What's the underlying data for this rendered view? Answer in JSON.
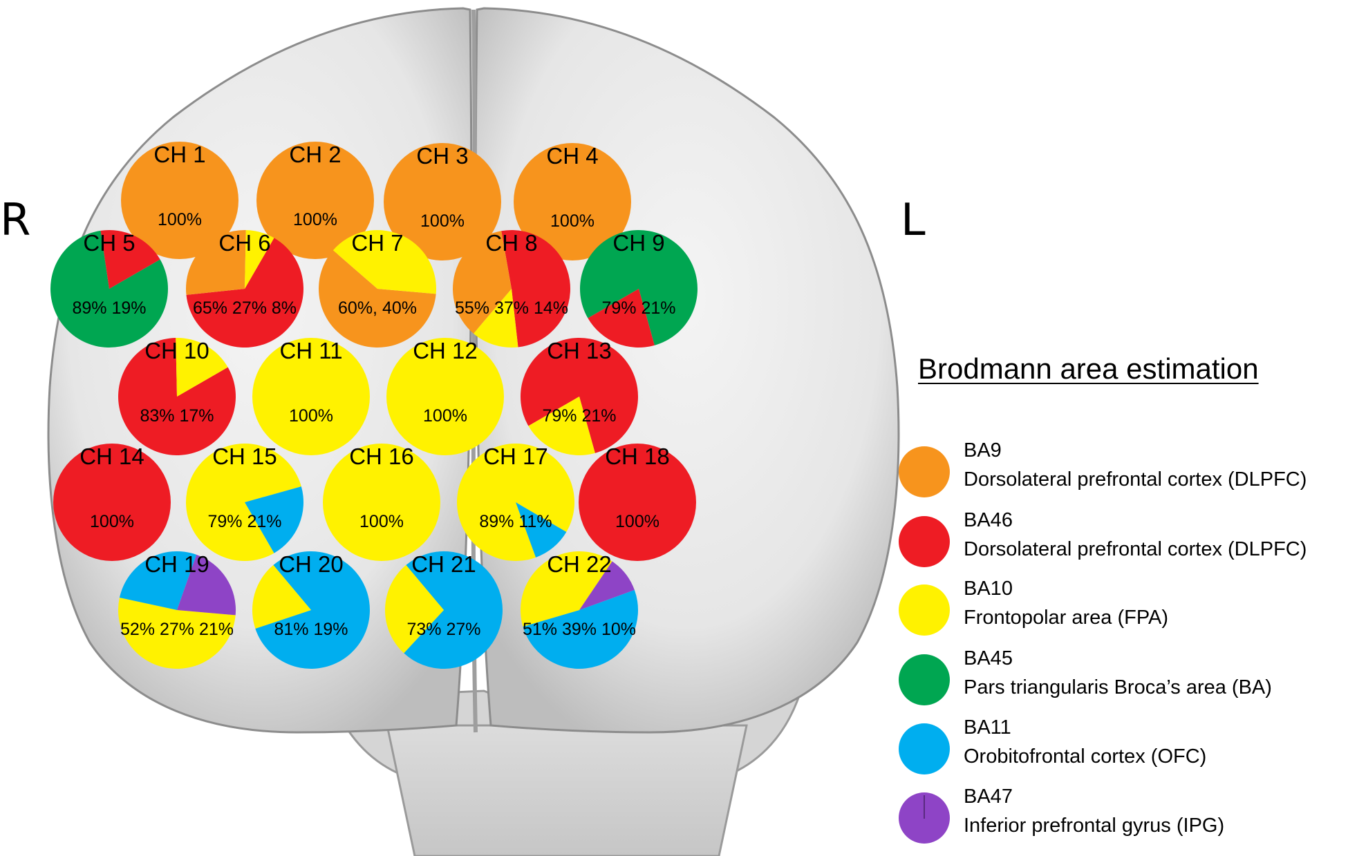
{
  "side_labels": {
    "right": "R",
    "left": "L"
  },
  "legend": {
    "title": "Brodmann area estimation",
    "items": [
      {
        "code": "BA9",
        "desc": "Dorsolateral prefrontal cortex (DLPFC)",
        "color": "#f7941d"
      },
      {
        "code": "BA46",
        "desc": "Dorsolateral prefrontal cortex (DLPFC)",
        "color": "#ee1c24"
      },
      {
        "code": "BA10",
        "desc": "Frontopolar area (FPA)",
        "color": "#fff200"
      },
      {
        "code": "BA45",
        "desc": "Pars triangularis Broca’s area (BA)",
        "color": "#00a651"
      },
      {
        "code": "BA11",
        "desc": "Orobitofrontal cortex (OFC)",
        "color": "#00aeef"
      },
      {
        "code": "BA47",
        "desc": "Inferior prefrontal gyrus (IPG)",
        "color": "#8e44c6"
      }
    ]
  },
  "channels": [
    {
      "name": "CH 1",
      "pct": "100%",
      "slices": [
        {
          "area": "BA9",
          "value": 100
        }
      ]
    },
    {
      "name": "CH 2",
      "pct": "100%",
      "slices": [
        {
          "area": "BA9",
          "value": 100
        }
      ]
    },
    {
      "name": "CH 3",
      "pct": "100%",
      "slices": [
        {
          "area": "BA9",
          "value": 100
        }
      ]
    },
    {
      "name": "CH 4",
      "pct": "100%",
      "slices": [
        {
          "area": "BA9",
          "value": 100
        }
      ]
    },
    {
      "name": "CH 5",
      "pct": "89% 19%",
      "slices": [
        {
          "area": "BA45",
          "value": 81
        },
        {
          "area": "BA46",
          "value": 19
        }
      ]
    },
    {
      "name": "CH 6",
      "pct": "65% 27% 8%",
      "slices": [
        {
          "area": "BA46",
          "value": 65
        },
        {
          "area": "BA9",
          "value": 27
        },
        {
          "area": "BA10",
          "value": 8
        }
      ]
    },
    {
      "name": "CH 7",
      "pct": "60%, 40%",
      "slices": [
        {
          "area": "BA9",
          "value": 60
        },
        {
          "area": "BA10",
          "value": 40
        }
      ]
    },
    {
      "name": "CH 8",
      "pct": "55% 37% 14%",
      "slices": [
        {
          "area": "BA46",
          "value": 51
        },
        {
          "area": "BA10",
          "value": 13
        },
        {
          "area": "BA9",
          "value": 36
        }
      ]
    },
    {
      "name": "CH 9",
      "pct": "79% 21%",
      "slices": [
        {
          "area": "BA45",
          "value": 79
        },
        {
          "area": "BA46",
          "value": 21
        }
      ]
    },
    {
      "name": "CH 10",
      "pct": "83% 17%",
      "slices": [
        {
          "area": "BA46",
          "value": 83
        },
        {
          "area": "BA10",
          "value": 17
        }
      ]
    },
    {
      "name": "CH 11",
      "pct": "100%",
      "slices": [
        {
          "area": "BA10",
          "value": 100
        }
      ]
    },
    {
      "name": "CH 12",
      "pct": "100%",
      "slices": [
        {
          "area": "BA10",
          "value": 100
        }
      ]
    },
    {
      "name": "CH 13",
      "pct": "79% 21%",
      "slices": [
        {
          "area": "BA46",
          "value": 79
        },
        {
          "area": "BA10",
          "value": 21
        }
      ]
    },
    {
      "name": "CH 14",
      "pct": "100%",
      "slices": [
        {
          "area": "BA46",
          "value": 100
        }
      ]
    },
    {
      "name": "CH 15",
      "pct": "79% 21%",
      "slices": [
        {
          "area": "BA10",
          "value": 79
        },
        {
          "area": "BA11",
          "value": 21
        }
      ]
    },
    {
      "name": "CH 16",
      "pct": "100%",
      "slices": [
        {
          "area": "BA10",
          "value": 100
        }
      ]
    },
    {
      "name": "CH 17",
      "pct": "89% 11%",
      "slices": [
        {
          "area": "BA10",
          "value": 89
        },
        {
          "area": "BA11",
          "value": 11
        }
      ]
    },
    {
      "name": "CH 18",
      "pct": "100%",
      "slices": [
        {
          "area": "BA46",
          "value": 100
        }
      ]
    },
    {
      "name": "CH 19",
      "pct": "52% 27% 21%",
      "slices": [
        {
          "area": "BA10",
          "value": 52
        },
        {
          "area": "BA11",
          "value": 27
        },
        {
          "area": "BA47",
          "value": 21
        }
      ]
    },
    {
      "name": "CH 20",
      "pct": "81% 19%",
      "slices": [
        {
          "area": "BA11",
          "value": 81
        },
        {
          "area": "BA10",
          "value": 19
        }
      ]
    },
    {
      "name": "CH 21",
      "pct": "73% 27%",
      "slices": [
        {
          "area": "BA11",
          "value": 73
        },
        {
          "area": "BA10",
          "value": 27
        }
      ]
    },
    {
      "name": "CH 22",
      "pct": "51% 39% 10%",
      "slices": [
        {
          "area": "BA11",
          "value": 51
        },
        {
          "area": "BA10",
          "value": 39
        },
        {
          "area": "BA47",
          "value": 10
        }
      ]
    }
  ]
}
